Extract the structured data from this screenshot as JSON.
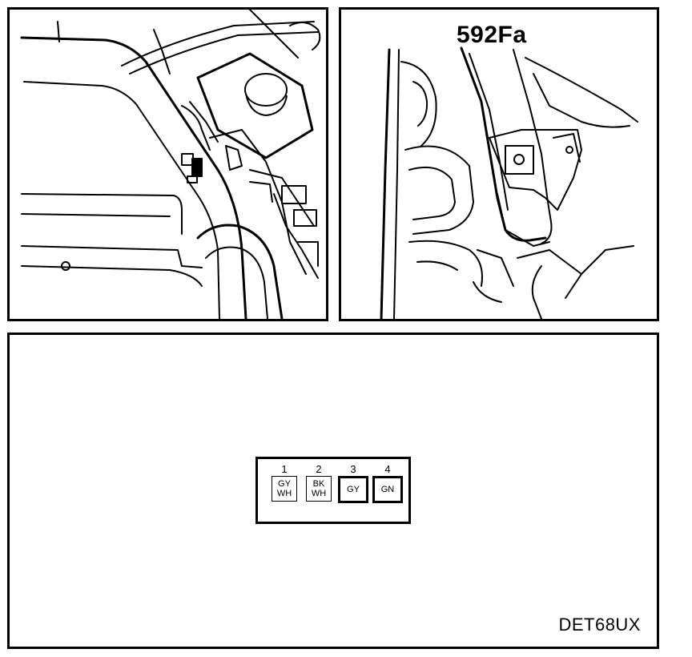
{
  "callout": {
    "label": "592Fa"
  },
  "connector": {
    "pins": [
      {
        "number": "1",
        "wire": "GY\nWH"
      },
      {
        "number": "2",
        "wire": "BK\nWH"
      },
      {
        "number": "3",
        "wire": "GY"
      },
      {
        "number": "4",
        "wire": "GN"
      }
    ]
  },
  "figure": {
    "code": "DET68UX"
  }
}
